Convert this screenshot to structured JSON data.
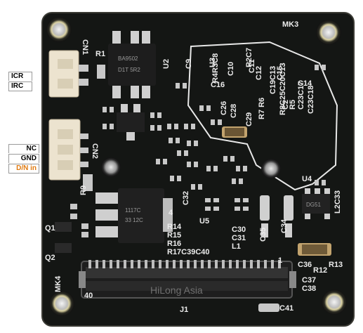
{
  "labels": {
    "icr": "ICR",
    "irc": "IRC",
    "nc": "NC",
    "gnd": "GND",
    "dn_in": "D/N in"
  },
  "colors": {
    "board": "#111311",
    "silkscreen": "#ececec",
    "pad": "#c9c9c9",
    "connector": "#ece3cf",
    "dn_label": "#e07a10"
  },
  "silk": {
    "mk3": "MK3",
    "mk4": "MK4",
    "cn1": "CN1",
    "cn2": "CN2",
    "r1": "R1",
    "r9": "R9",
    "u2": "U2",
    "u3": "U3",
    "u4": "U4",
    "u5": "U5",
    "c9": "C9",
    "r4r3c8": "R4R3C8",
    "c10": "C10",
    "r2c7": "R2C7",
    "c11": "C11",
    "c16": "C16",
    "c12": "C12",
    "c13": "C13",
    "c15": "C15",
    "c26": "C26",
    "c28": "C28",
    "c29": "C29",
    "r7r6": "R7 R6",
    "c19": "C19",
    "r8": "R8C25C20C13",
    "c2": "C2",
    "r5": "R5",
    "c23": "C23C17",
    "c14": "C14",
    "c24": "C23C18",
    "c32": "C32",
    "l1": "L1",
    "c30": "C30",
    "c31": "C31",
    "c35": "C35",
    "c34": "C34",
    "l2c33": "L2C33",
    "r14": "R14",
    "r15": "R15",
    "r16": "R16",
    "r17": "R17C39C40",
    "c36": "C36",
    "r12": "R12",
    "r13": "R13",
    "c37": "C37",
    "c38": "C38",
    "j1": "J1",
    "c41": "C41",
    "q1": "Q1",
    "q2": "Q2",
    "n40": "40",
    "n1": "1",
    "n4": "4",
    "chip_u2": "BA9502",
    "chip_u2b": "D1T 5R2",
    "reg_a": "1117C",
    "reg_b": "33 12C",
    "ic_u4": "DG51",
    "watermark": "HiLong Asia"
  }
}
